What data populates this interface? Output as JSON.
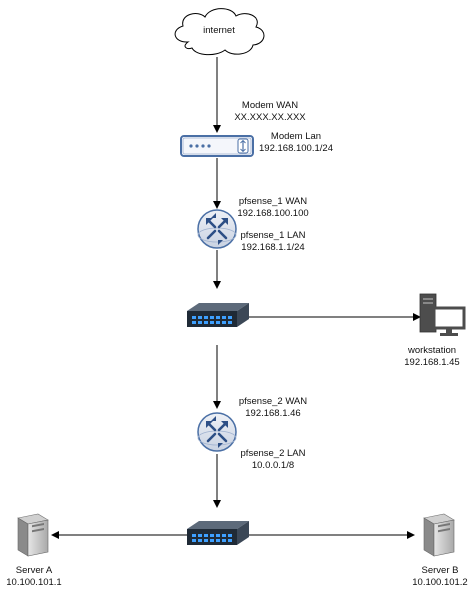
{
  "nodes": {
    "internet": {
      "label": "internet",
      "icon": "cloud-icon"
    },
    "modem": {
      "wan_label": "Modem WAN",
      "wan_ip": "XX.XXX.XX.XXX",
      "lan_label": "Modem Lan",
      "lan_ip": "192.168.100.1/24",
      "icon": "modem-icon"
    },
    "pfsense1": {
      "wan_label": "pfsense_1 WAN",
      "wan_ip": "192.168.100.100",
      "lan_label": "pfsense_1 LAN",
      "lan_ip": "192.168.1.1/24",
      "icon": "router-icon"
    },
    "switch1": {
      "icon": "switch-icon"
    },
    "workstation": {
      "label": "workstation",
      "ip": "192.168.1.45",
      "icon": "workstation-icon"
    },
    "pfsense2": {
      "wan_label": "pfsense_2 WAN",
      "wan_ip": "192.168.1.46",
      "lan_label": "pfsense_2 LAN",
      "lan_ip": "10.0.0.1/8",
      "icon": "router-icon"
    },
    "switch2": {
      "icon": "switch-icon"
    },
    "server_a": {
      "label": "Server A",
      "ip": "10.100.101.1",
      "icon": "server-icon"
    },
    "server_b": {
      "label": "Server B",
      "ip": "10.100.101.2",
      "icon": "server-icon"
    }
  },
  "colors": {
    "line": "#000000",
    "device_blue": "#4a6fa5",
    "cloud_stroke": "#000000"
  }
}
